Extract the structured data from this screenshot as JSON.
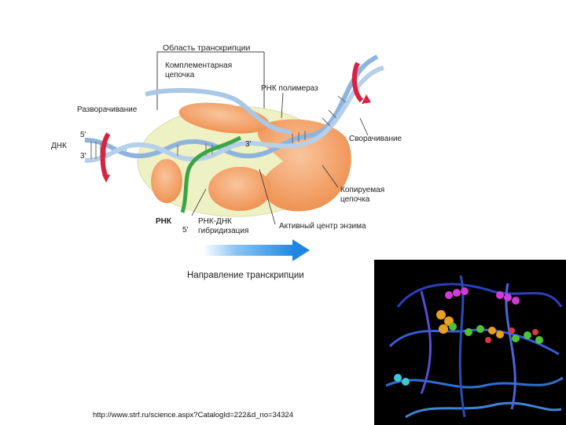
{
  "labels": {
    "transcription_region": "Область транскрипции",
    "complementary_chain": "Комплементарная\nцепочка",
    "rna_polymerase": "РНК полимераз",
    "unwinding": "Разворачивание",
    "dna": "ДНК",
    "five_prime": "5'",
    "three_prime": "3'",
    "three_prime_rna": "3'",
    "rewinding": "Сворачивание",
    "copied_chain": "Копируемая\nцепочка",
    "rna": "РНК",
    "rna_five_prime": "5'",
    "rna_dna_hybrid": "РНК-ДНК\nгибридизация",
    "active_center": "Активный центр энзима",
    "direction": "Направление транскрипции"
  },
  "source_url": "http://www.strf.ru/science.aspx?CatalogId=222&d_no=34324",
  "colors": {
    "enzyme": "#f29a5c",
    "enzyme_light": "#f7b98a",
    "bubble": "#eef1c4",
    "dna_strand": "#9bbde0",
    "rna": "#3aa545",
    "arrow": "#2f8fe0",
    "rotation": "#d8223f"
  }
}
